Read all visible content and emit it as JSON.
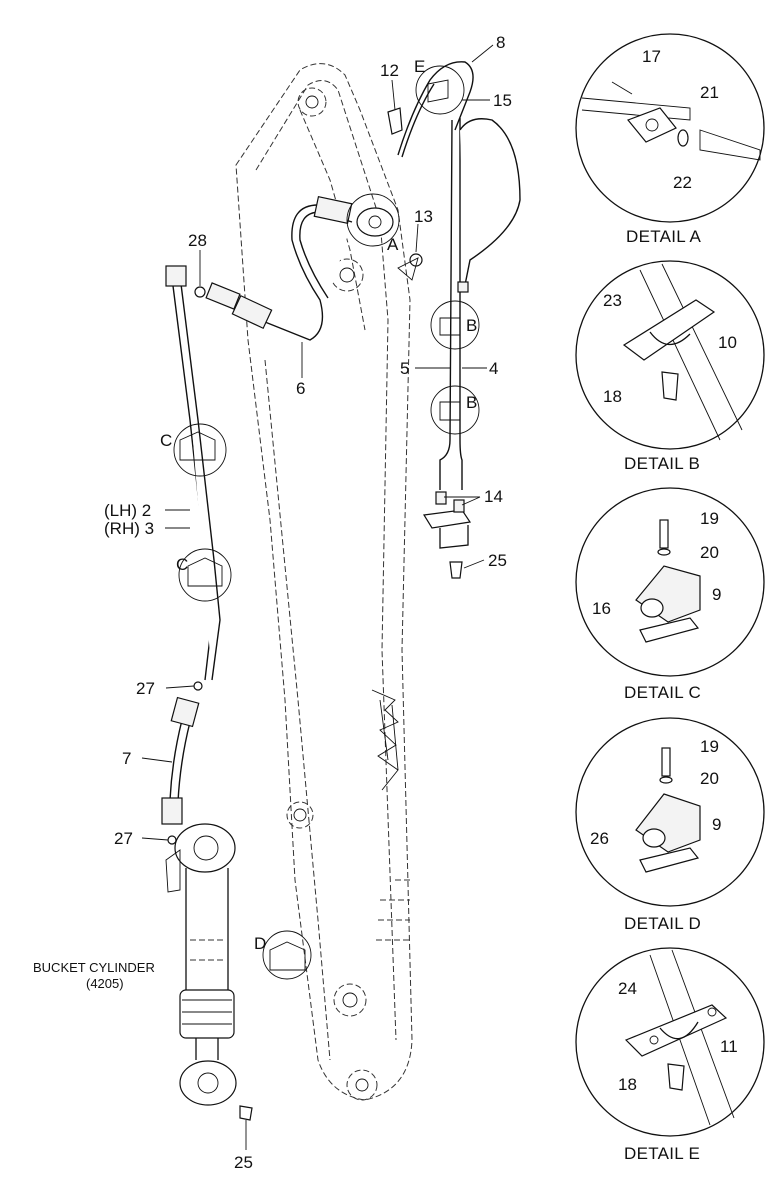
{
  "labels": {
    "p8": "8",
    "p12": "12",
    "p15": "15",
    "p13": "13",
    "p28": "28",
    "p5": "5",
    "p4": "4",
    "p6": "6",
    "lh2": "(LH) 2",
    "rh3": "(RH) 3",
    "p14": "14",
    "p25a": "25",
    "p27a": "27",
    "p7": "7",
    "p27b": "27",
    "p25b": "25",
    "bucket_cylinder": "BUCKET CYLINDER",
    "bucket_cylinder_ref": "(4205)"
  },
  "callouts": {
    "A": "A",
    "B1": "B",
    "B2": "B",
    "C1": "C",
    "C2": "C",
    "D": "D",
    "E": "E"
  },
  "details": {
    "a": {
      "caption": "DETAIL A",
      "p17": "17",
      "p21": "21",
      "p22": "22"
    },
    "b": {
      "caption": "DETAIL B",
      "p23": "23",
      "p10": "10",
      "p18": "18"
    },
    "c": {
      "caption": "DETAIL C",
      "p19": "19",
      "p20": "20",
      "p16": "16",
      "p9": "9"
    },
    "d": {
      "caption": "DETAIL D",
      "p19": "19",
      "p20": "20",
      "p26": "26",
      "p9": "9"
    },
    "e": {
      "caption": "DETAIL E",
      "p24": "24",
      "p11": "11",
      "p18": "18"
    }
  }
}
